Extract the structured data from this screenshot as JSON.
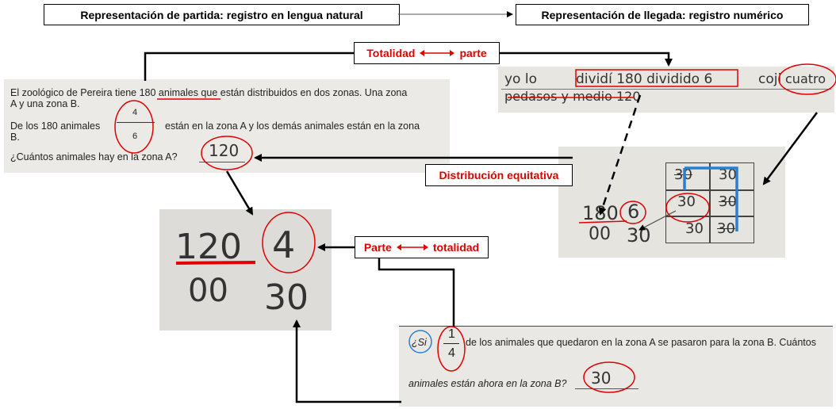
{
  "header": {
    "start_label": "Representación de partida: registro en lengua natural",
    "end_label": "Representación de llegada: registro numérico"
  },
  "relations": {
    "whole_part": "Totalidad",
    "whole_part_right": "parte",
    "equal_distribution": "Distribución equitativa",
    "part_whole": "Parte",
    "part_whole_right": "totalidad"
  },
  "problem1": {
    "line1": "El zoológico de Pereira tiene 180 animales que están distribuidos en dos zonas. Una zona",
    "line2": "A y una zona B.",
    "line3a": "De los 180 animales",
    "line3b": "están en la zona A y los demás animales están en la zona",
    "line4": "B.",
    "question": "¿Cuántos animales hay en la zona A?",
    "fraction_num": "4",
    "fraction_den": "6",
    "answer": "120"
  },
  "student_text": {
    "line1a": "yo  lo",
    "line1b": "dividí  180  dividido 6",
    "line1c": "coji",
    "line1d": "cuatro",
    "line2": "pedasos  y  medio  120"
  },
  "division_180": {
    "dividend": "180",
    "divisor": "6",
    "remainder": "00",
    "quotient": "30",
    "grid": [
      "30",
      "30",
      "30",
      "30",
      "30",
      "30"
    ]
  },
  "division_120": {
    "dividend": "120",
    "divisor": "4",
    "remainder": "00",
    "quotient": "30"
  },
  "problem2": {
    "si": "¿Si",
    "fraction_num": "1",
    "fraction_den": "4",
    "line1": "de los animales que quedaron en la zona A se pasaron para la zona B. Cuántos",
    "line2": "animales están ahora en la zona B?",
    "answer": "30"
  },
  "colors": {
    "relation_red": "#e00000",
    "annotation_blue": "#2a7fd4",
    "panel": "#eceae6"
  }
}
